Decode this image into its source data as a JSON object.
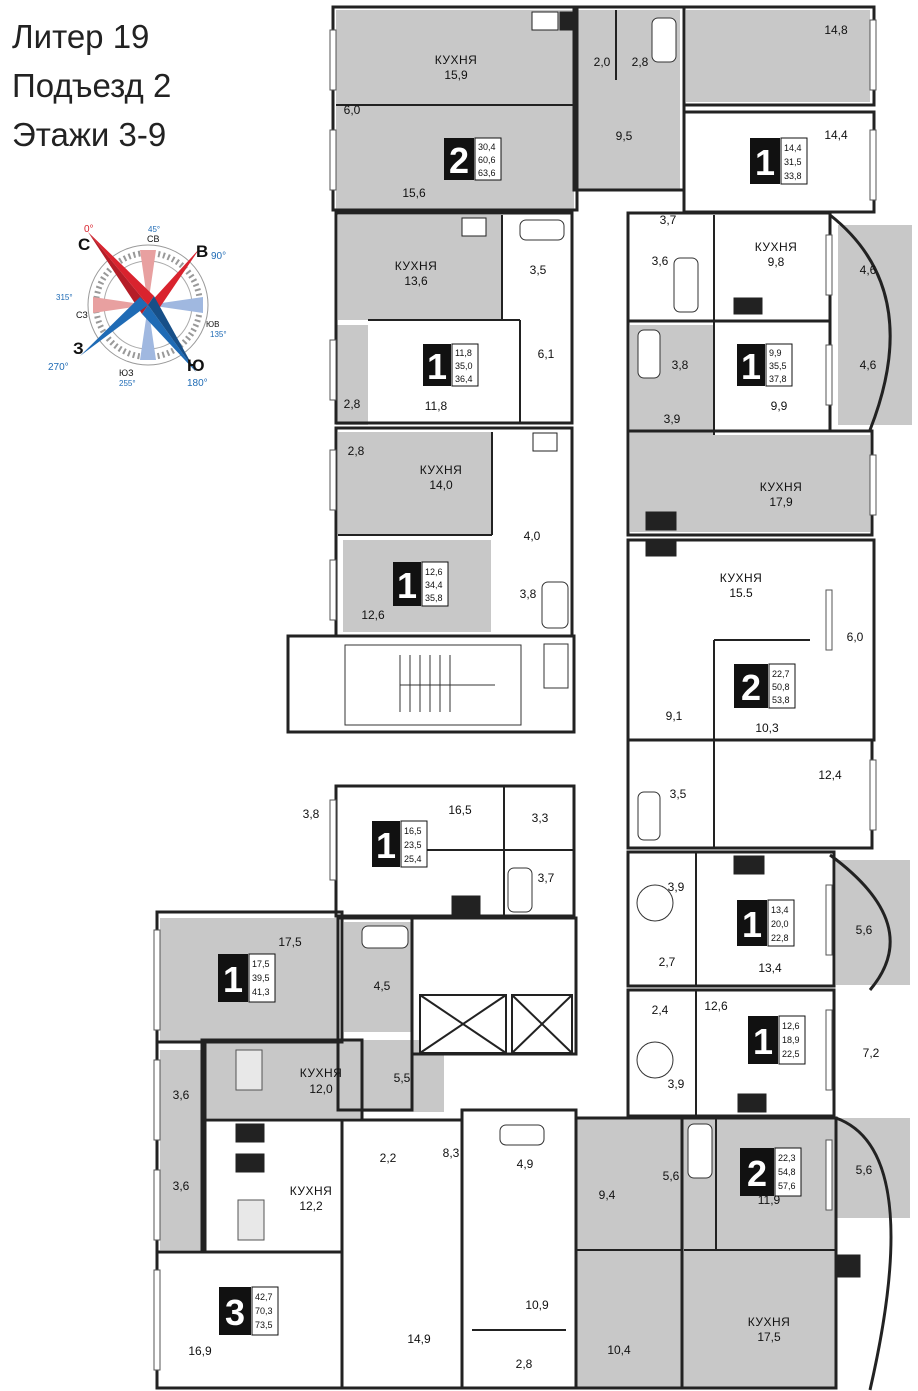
{
  "header": {
    "lines": [
      "Литер 19",
      "Подъезд 2",
      "Этажи 3-9"
    ]
  },
  "compass": {
    "main": {
      "n": "С",
      "e": "В",
      "s": "Ю",
      "w": "З"
    },
    "main_degrees": {
      "n": "0°",
      "e": "90°",
      "s": "180°",
      "w": "270°"
    },
    "diag": {
      "ne_deg": "45°",
      "ne": "СВ",
      "se_deg": "135°",
      "se": "ЮВ",
      "sw": "ЮЗ",
      "sw_deg": "255°",
      "nw_deg": "315°",
      "nw": "СЗ"
    },
    "colors": {
      "north": "#d9232e",
      "south": "#1f6bb5",
      "blue_text": "#1f6bb5",
      "red_text": "#d9232e"
    }
  },
  "plan": {
    "colors": {
      "shaded": "#c8c8c8",
      "light": "#ffffff",
      "wall": "#222222",
      "badge": "#111111"
    },
    "apartments": [
      {
        "rooms": "2",
        "areas": [
          "30,4",
          "60,6",
          "63,6"
        ]
      },
      {
        "rooms": "1",
        "areas": [
          "14,4",
          "31,5",
          "33,8"
        ]
      },
      {
        "rooms": "1",
        "areas": [
          "11,8",
          "35,0",
          "36,4"
        ]
      },
      {
        "rooms": "1",
        "areas": [
          "9,9",
          "35,5",
          "37,8"
        ]
      },
      {
        "rooms": "1",
        "areas": [
          "12,6",
          "34,4",
          "35,8"
        ]
      },
      {
        "rooms": "2",
        "areas": [
          "22,7",
          "50,8",
          "53,8"
        ]
      },
      {
        "rooms": "1",
        "areas": [
          "16,5",
          "23,5",
          "25,4"
        ]
      },
      {
        "rooms": "1",
        "areas": [
          "13,4",
          "20,0",
          "22,8"
        ]
      },
      {
        "rooms": "1",
        "areas": [
          "17,5",
          "39,5",
          "41,3"
        ]
      },
      {
        "rooms": "1",
        "areas": [
          "12,6",
          "18,9",
          "22,5"
        ]
      },
      {
        "rooms": "2",
        "areas": [
          "22,3",
          "54,8",
          "57,6"
        ]
      },
      {
        "rooms": "3",
        "areas": [
          "42,7",
          "70,3",
          "73,5"
        ]
      }
    ],
    "kitchens": [
      {
        "name": "КУХНЯ",
        "area": "15,9"
      },
      {
        "name": "КУХНЯ",
        "area": "13,6"
      },
      {
        "name": "КУХНЯ",
        "area": "9,8"
      },
      {
        "name": "КУХНЯ",
        "area": "14,0"
      },
      {
        "name": "КУХНЯ",
        "area": "17,9"
      },
      {
        "name": "КУХНЯ",
        "area": "15.5"
      },
      {
        "name": "КУХНЯ",
        "area": "12,0"
      },
      {
        "name": "КУХНЯ",
        "area": "12,2"
      },
      {
        "name": "КУХНЯ",
        "area": "17,5"
      }
    ],
    "room_labels": [
      "14,8",
      "2,0",
      "2,8",
      "6,0",
      "9,5",
      "14,4",
      "15,6",
      "3,7",
      "3,6",
      "3,5",
      "4,6",
      "6,1",
      "2,8",
      "11,8",
      "3,8",
      "4,6",
      "3,9",
      "9,9",
      "2,8",
      "4,0",
      "3,8",
      "12,6",
      "6,0",
      "9,1",
      "10,3",
      "12,4",
      "3,5",
      "16,5",
      "3,3",
      "3,8",
      "3,7",
      "3,9",
      "17,5",
      "4,5",
      "5,6",
      "2,7",
      "13,4",
      "2,4",
      "12,6",
      "5,5",
      "7,2",
      "3,9",
      "3,6",
      "2,2",
      "8,3",
      "4,9",
      "5,6",
      "9,4",
      "11,9",
      "5,6",
      "3,6",
      "16,9",
      "14,9",
      "10,9",
      "2,8",
      "10,4"
    ]
  }
}
